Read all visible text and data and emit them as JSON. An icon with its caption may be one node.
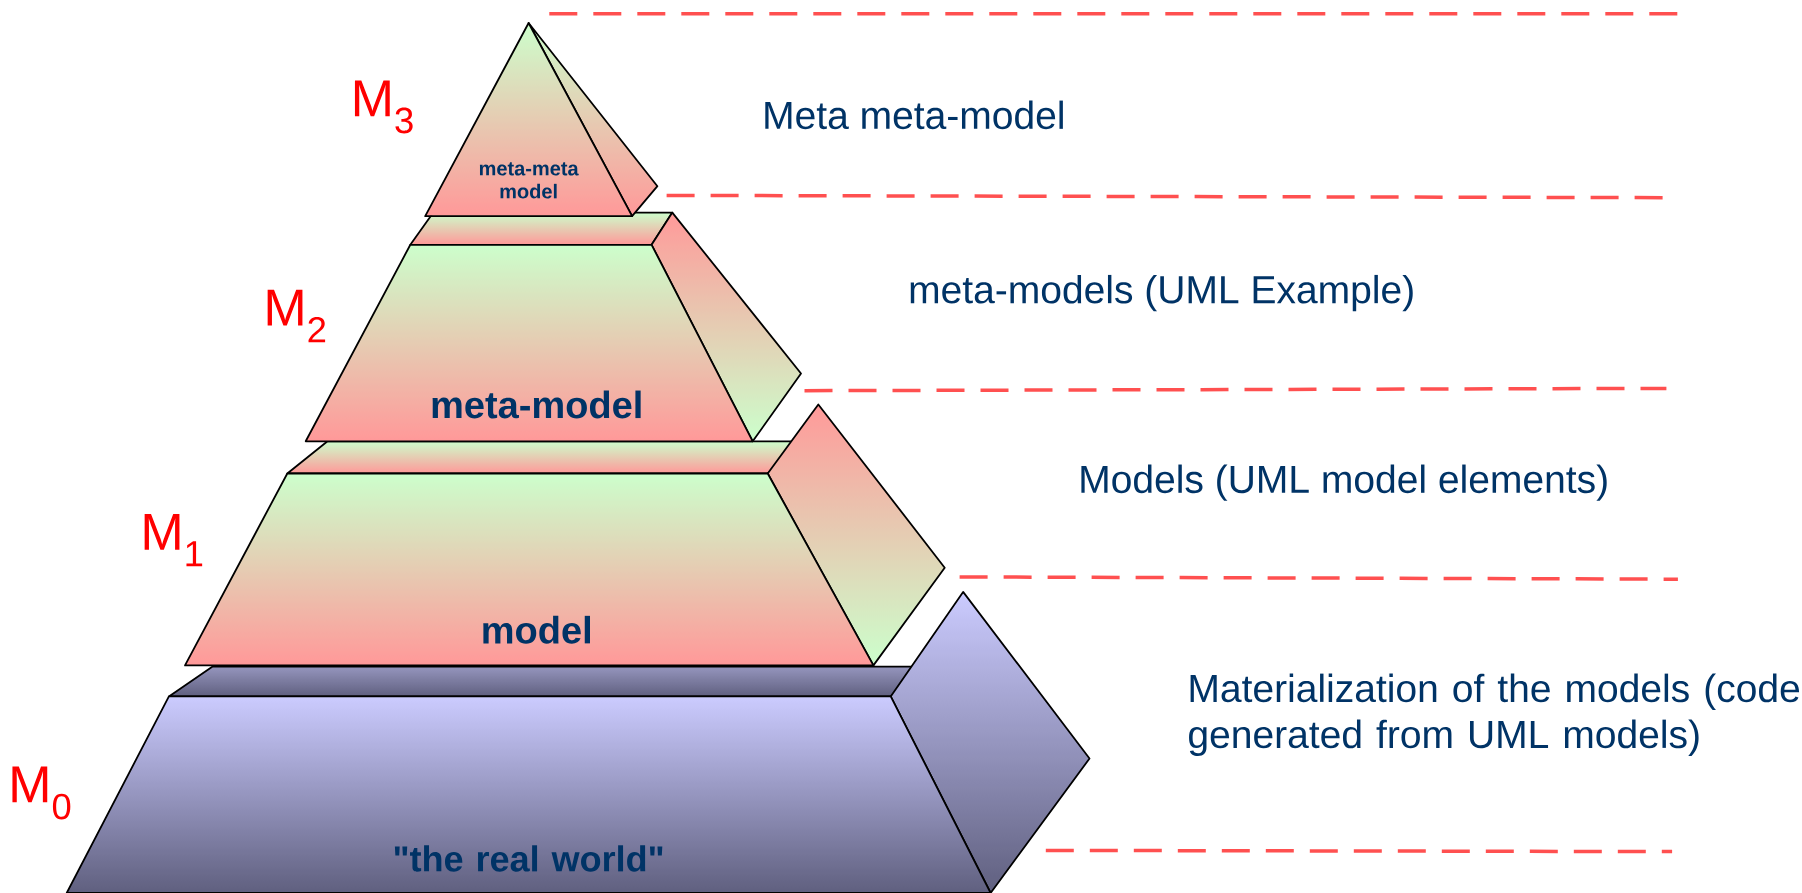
{
  "diagram": {
    "nodes": [
      {
        "text": [
          "meta-meta model"
        ]
      },
      {
        "text": [
          "meta-model"
        ]
      },
      {
        "text": [
          "model"
        ]
      },
      {
        "text": [
          "\"the real world\""
        ]
      }
    ],
    "labels": [
      "M$_{3}$",
      "Meta meta-model",
      "M$_{2}$",
      "meta-models (UML Example)",
      "M$_{1}$",
      "Models (UML model elements)",
      "M$_{0}$",
      "Materialization of the models (code generated from UML models)"
    ]
  }
}
